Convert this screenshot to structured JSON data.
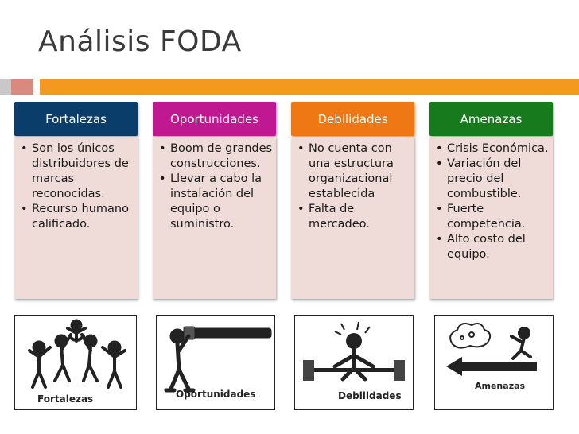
{
  "title": "Análisis FODA",
  "colors": {
    "fortalezas": "#0b3d6b",
    "oportunidades": "#c01890",
    "debilidades": "#f07814",
    "amenazas": "#177a1d",
    "accent_bar": "#f39a1e",
    "box_body": "#efdcd8"
  },
  "columns": [
    {
      "heading": "Fortalezas",
      "items": [
        "Son los únicos distribuidores de marcas reconocidas.",
        "Recurso humano calificado."
      ]
    },
    {
      "heading": "Oportunidades",
      "items": [
        "Boom de grandes construcciones.",
        "Llevar a cabo la instalación del equipo o suministro."
      ]
    },
    {
      "heading": "Debilidades",
      "items": [
        "No cuenta con una estructura organizacional establecida",
        "Falta de mercadeo."
      ]
    },
    {
      "heading": "Amenazas",
      "items": [
        "Crisis Económica.",
        "Variación del precio del combustible.",
        "Fuerte competencia.",
        "Alto costo del equipo."
      ]
    }
  ],
  "images": [
    {
      "caption": "Fortalezas",
      "icon": "team-lifting-icon"
    },
    {
      "caption": "Oportunidades",
      "icon": "telescope-person-icon"
    },
    {
      "caption": "Debilidades",
      "icon": "weightlifter-icon"
    },
    {
      "caption": "Amenazas",
      "icon": "storm-cloud-arrow-icon"
    }
  ]
}
